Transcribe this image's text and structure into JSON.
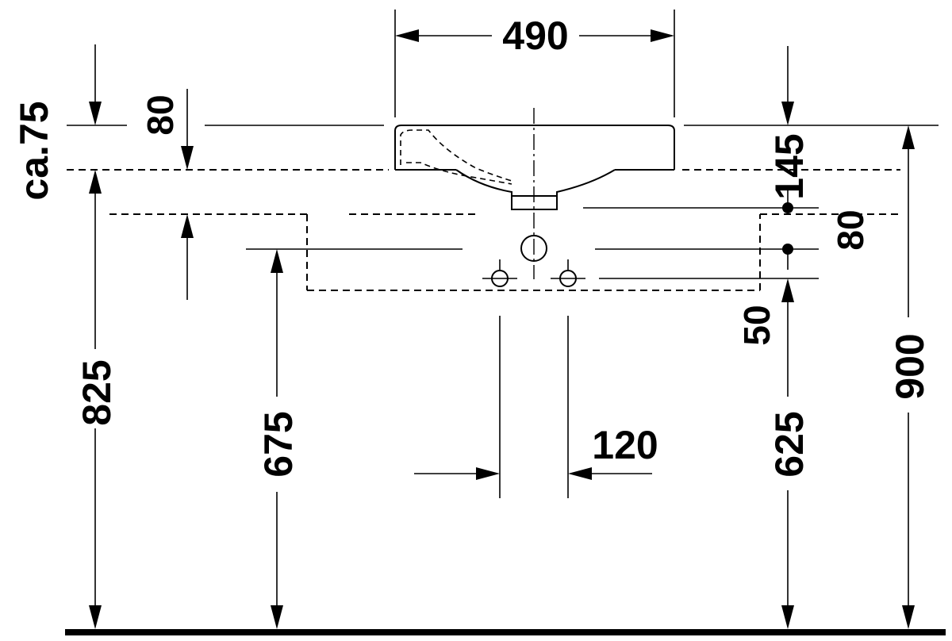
{
  "dimensions": {
    "basin_width": "490",
    "overflow_depth": "ca.75",
    "rim_thickness": "80",
    "waste_height": "145",
    "trap_spacing": "80",
    "supply_offset": "50",
    "top_of_cabinet": "825",
    "trap_height": "675",
    "supply_spacing": "120",
    "supply_height": "625",
    "overall_height": "900"
  }
}
